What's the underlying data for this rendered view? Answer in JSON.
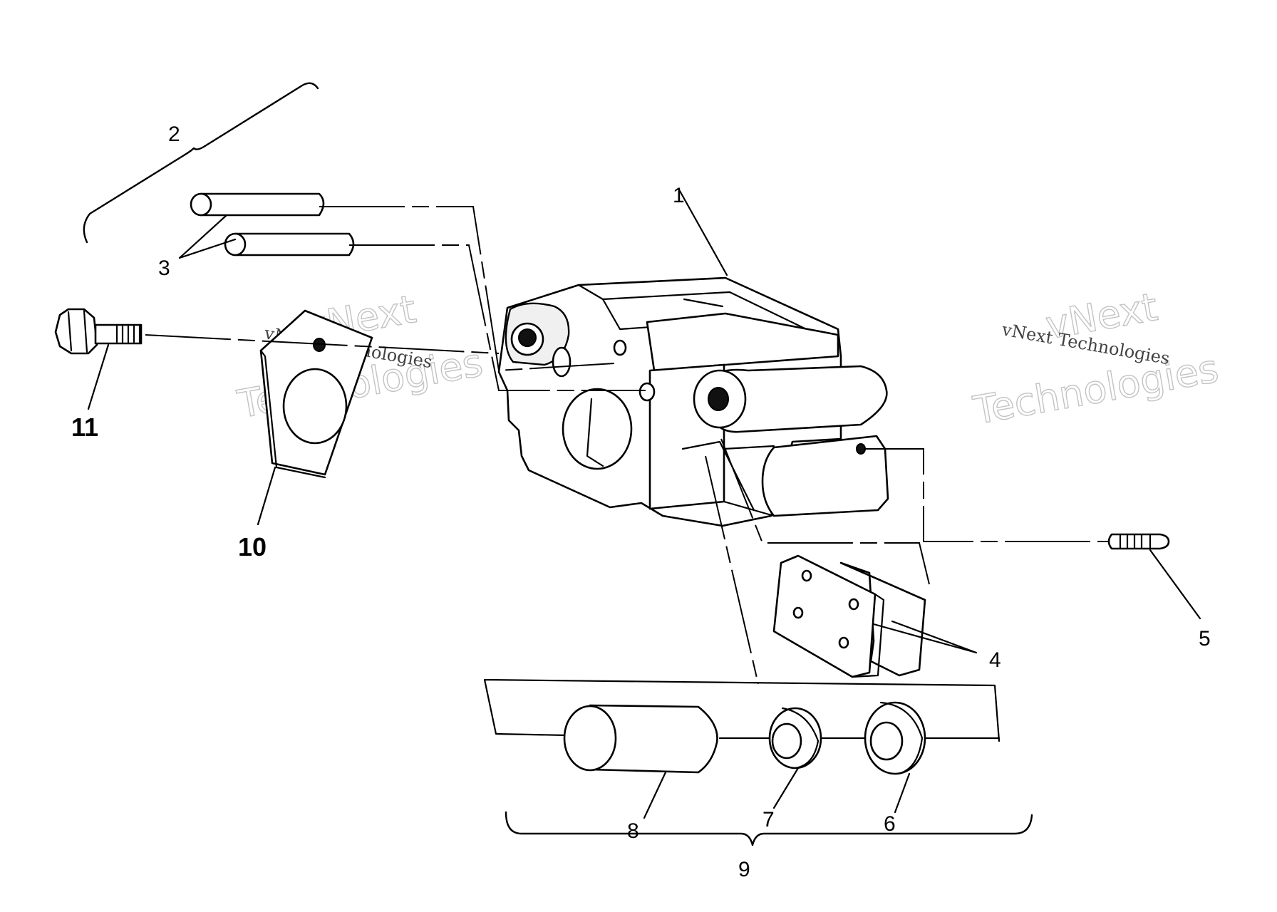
{
  "labels": {
    "part_1": "1",
    "part_2": "2",
    "part_3": "3",
    "part_4": "4",
    "part_5": "5",
    "part_6": "6",
    "part_7": "7",
    "part_8": "8",
    "part_9": "9",
    "part_10": "10",
    "part_11": "11"
  },
  "watermark": {
    "brand_outline": "vNext",
    "company": "vNext Technologies",
    "technologies_outline": "Technologies"
  },
  "colors": {
    "ink": "#000000",
    "background": "#ffffff",
    "watermark": "#aaaaaa"
  }
}
